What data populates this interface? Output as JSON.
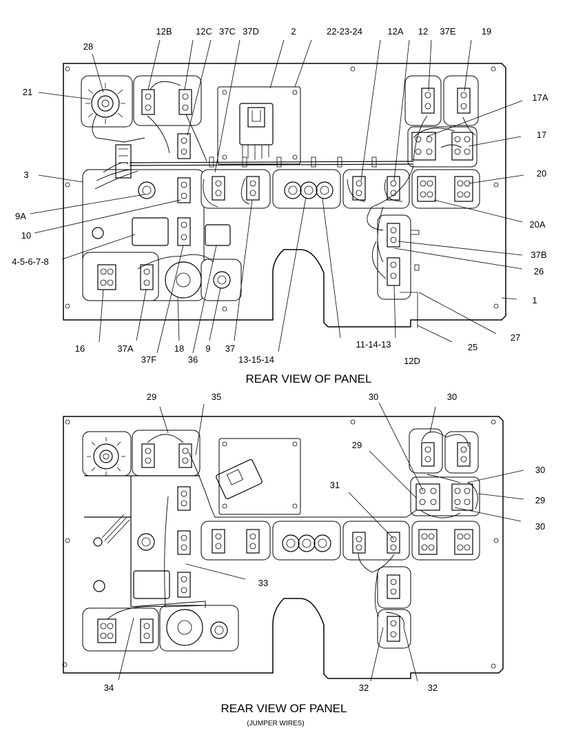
{
  "top_view": {
    "title": "REAR VIEW OF PANEL",
    "callouts": {
      "c12B": "12B",
      "c12C": "12C",
      "c37C": "37C",
      "c37D": "37D",
      "c2": "2",
      "c222324": "22-23-24",
      "c12A": "12A",
      "c12": "12",
      "c37E": "37E",
      "c19": "19",
      "c28": "28",
      "c21": "21",
      "c17A": "17A",
      "c17": "17",
      "c3": "3",
      "c20": "20",
      "c9A": "9A",
      "c10": "10",
      "c20A": "20A",
      "c4to8": "4-5-6-7-8",
      "c37B": "37B",
      "c26": "26",
      "c1": "1",
      "c27": "27",
      "c16": "16",
      "c37A": "37A",
      "c37F": "37F",
      "c18": "18",
      "c36": "36",
      "c9": "9",
      "c37": "37",
      "c131514": "13-15-14",
      "c111413": "11-14-13",
      "c25": "25",
      "c12D": "12D"
    }
  },
  "bottom_view": {
    "title": "REAR VIEW OF PANEL",
    "subtitle": "(JUMPER WIRES)",
    "callouts": {
      "c29a": "29",
      "c35": "35",
      "c30a": "30",
      "c30b": "30",
      "c29b": "29",
      "c30c": "30",
      "c31": "31",
      "c29c": "29",
      "c30d": "30",
      "c33": "33",
      "c34": "34",
      "c32a": "32",
      "c32b": "32"
    }
  }
}
